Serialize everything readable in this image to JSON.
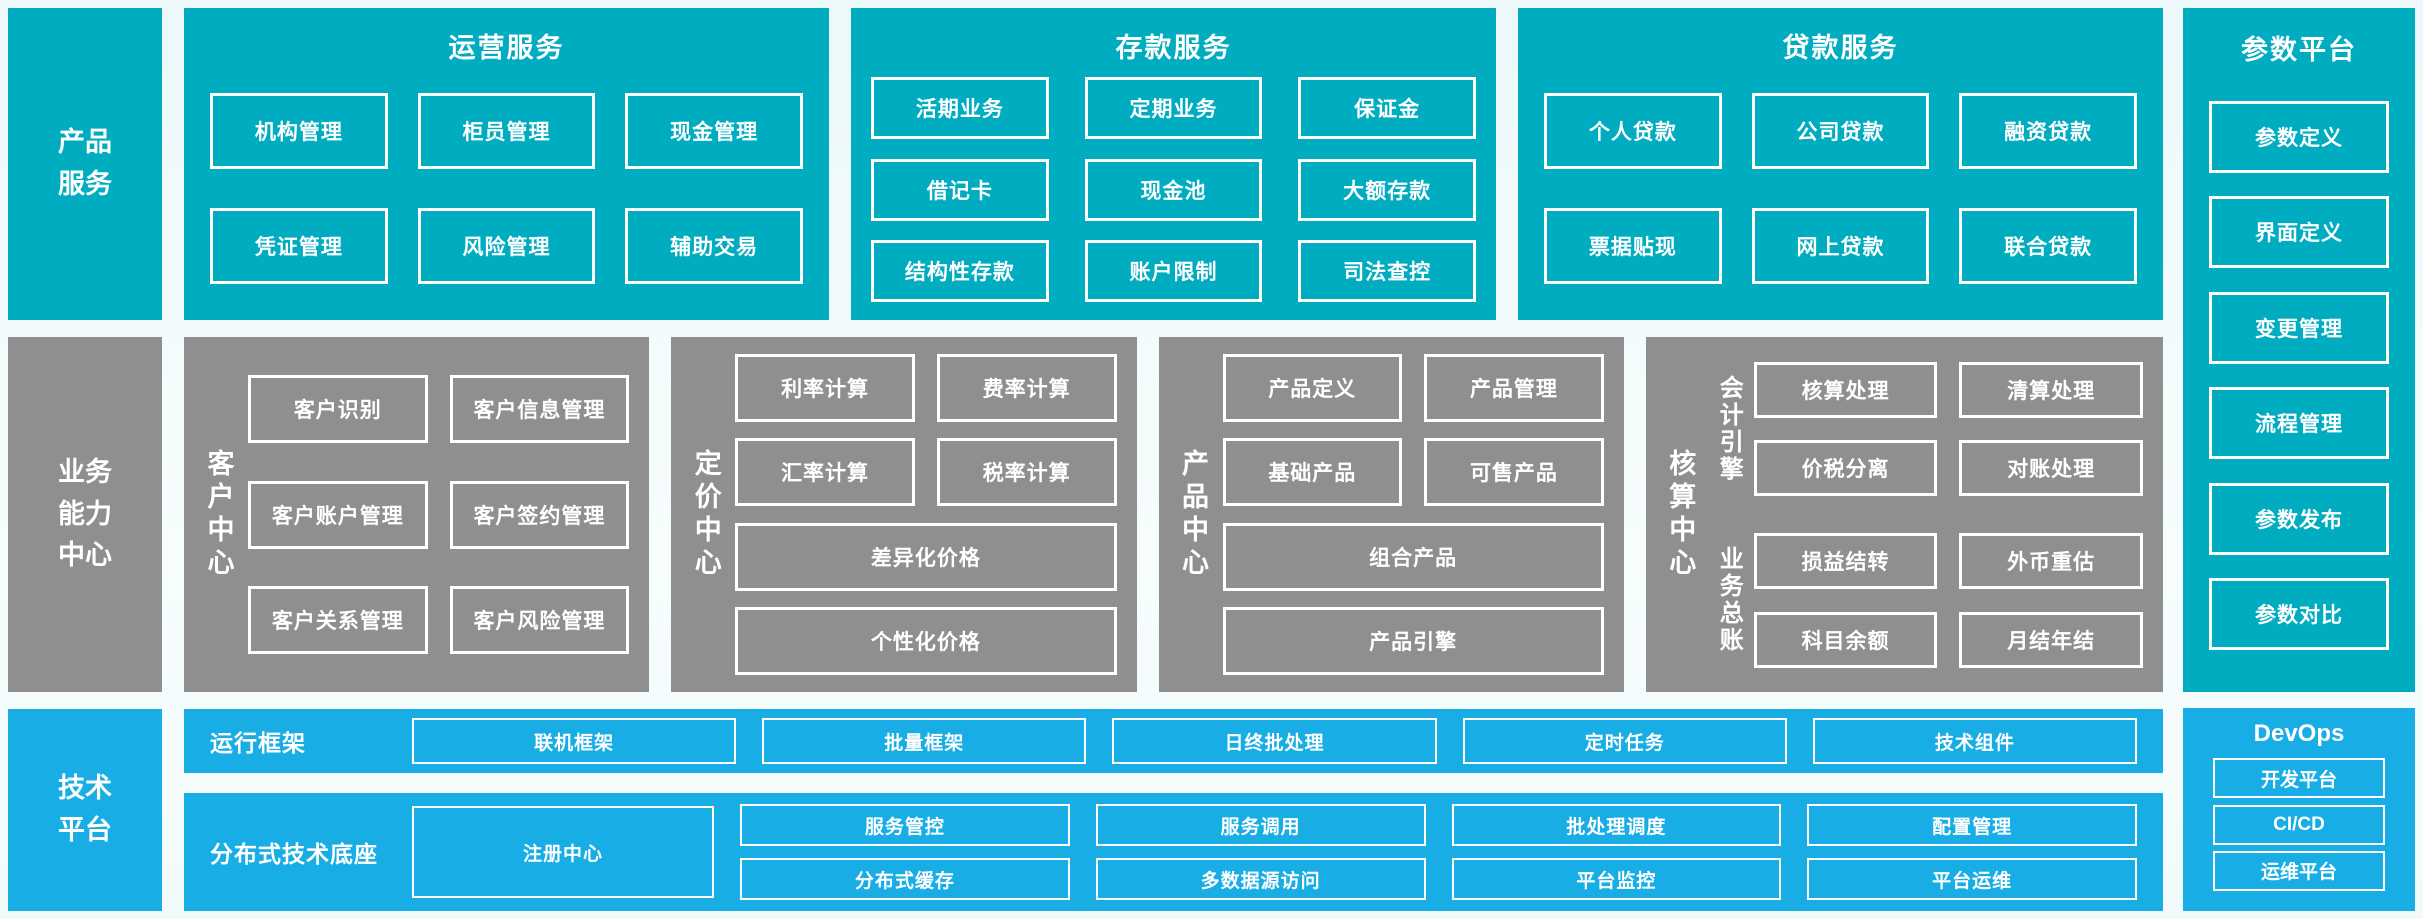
{
  "palette": {
    "teal": "#00ACC0",
    "gray": "#8F8F8F",
    "blue": "#18ADE5",
    "background": "#F2FBFC",
    "box_border": "#FFFFFF"
  },
  "sidebars": {
    "product": [
      "产品",
      "服务"
    ],
    "business": [
      "业务",
      "能力",
      "中心"
    ],
    "tech": [
      "技术",
      "平台"
    ]
  },
  "top_sections": [
    {
      "title": "运营服务",
      "items": [
        "机构管理",
        "柜员管理",
        "现金管理",
        "凭证管理",
        "风险管理",
        "辅助交易"
      ]
    },
    {
      "title": "存款服务",
      "items": [
        "活期业务",
        "定期业务",
        "保证金",
        "借记卡",
        "现金池",
        "大额存款",
        "结构性存款",
        "账户限制",
        "司法查控"
      ]
    },
    {
      "title": "贷款服务",
      "items": [
        "个人贷款",
        "公司贷款",
        "融资贷款",
        "票据贴现",
        "网上贷款",
        "联合贷款"
      ]
    }
  ],
  "param_platform": {
    "title": "参数平台",
    "items": [
      "参数定义",
      "界面定义",
      "变更管理",
      "流程管理",
      "参数发布",
      "参数对比"
    ]
  },
  "centers": [
    {
      "label": "客户中心",
      "items": [
        "客户识别",
        "客户信息管理",
        "客户账户管理",
        "客户签约管理",
        "客户关系管理",
        "客户风险管理"
      ]
    },
    {
      "label": "定价中心",
      "items_small": [
        "利率计算",
        "费率计算",
        "汇率计算",
        "税率计算"
      ],
      "items_wide": [
        "差异化价格",
        "个性化价格"
      ]
    },
    {
      "label": "产品中心",
      "items_small": [
        "产品定义",
        "产品管理",
        "基础产品",
        "可售产品"
      ],
      "items_wide": [
        "组合产品",
        "产品引擎"
      ]
    },
    {
      "label": "核算中心",
      "groups": [
        {
          "label": "会计引擎",
          "items": [
            "核算处理",
            "清算处理",
            "价税分离",
            "对账处理"
          ]
        },
        {
          "label": "业务总账",
          "items": [
            "损益结转",
            "外币重估",
            "科目余额",
            "月结年结"
          ]
        }
      ]
    }
  ],
  "tech_rows": [
    {
      "label": "运行框架",
      "items": [
        "联机框架",
        "批量框架",
        "日终批处理",
        "定时任务",
        "技术组件"
      ]
    },
    {
      "label": "分布式技术底座",
      "tall_item": "注册中心",
      "columns": [
        [
          "服务管控",
          "分布式缓存"
        ],
        [
          "服务调用",
          "多数据源访问"
        ],
        [
          "批处理调度",
          "平台监控"
        ],
        [
          "配置管理",
          "平台运维"
        ]
      ]
    }
  ],
  "devops": {
    "title": "DevOps",
    "items": [
      "开发平台",
      "CI/CD",
      "运维平台"
    ]
  }
}
